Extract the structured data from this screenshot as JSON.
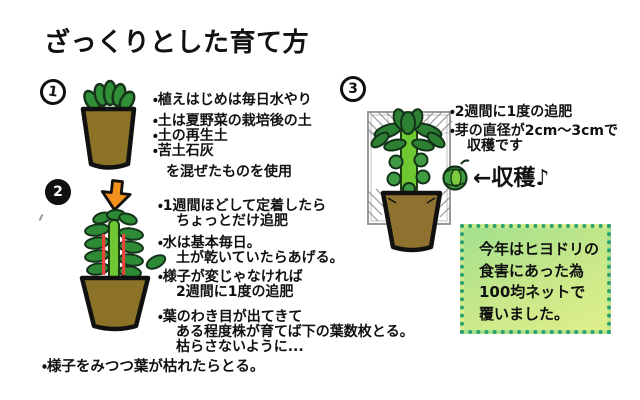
{
  "title": "ざっくりとした育て方",
  "step1": {
    "number": "1",
    "lines": [
      "・植えはじめは毎日水やり",
      "・土は夏野菜の栽培後の土",
      "・土の再生土",
      "・苦土石灰"
    ],
    "footer": "を混ぜたものを使用"
  },
  "step2": {
    "number": "2",
    "lines": [
      "・1週間ほどして定着したら",
      "ちょっとだけ追肥",
      "・水は基本毎日。",
      "土が乾いていたらあげる。",
      "・様子が変じゃなければ",
      "2週間に1度の追肥",
      "・葉のわき目が出てきて",
      "ある程度株が育てば下の葉数枚とる。",
      "枯らさないように..."
    ]
  },
  "step3": {
    "number": "3",
    "lines": [
      "・2週間に1度の追肥",
      "・芽の直径が2cm〜3cmで",
      "収穫です"
    ],
    "harvest_label": "←収穫♪"
  },
  "bottom_note": "・様子をみつつ葉が枯れたらとる。",
  "info_box": {
    "lines": [
      "今年はヒヨドリの",
      "食害にあった為",
      "100均ネットで",
      "覆いました。"
    ]
  },
  "icons": {
    "step1_illustration": "seedling-pot-icon",
    "step2_illustration": "young-plant-pot-icon",
    "step3_illustration": "netted-plant-pot-icon",
    "harvest_illustration": "sprout-icon",
    "transition": "down-arrow-icon"
  },
  "colors": {
    "pot_brown": "#8c7226",
    "leaf_green": "#2e8b35",
    "crown_green": "#2d8032",
    "stem_light_green": "#6fc832",
    "bud_green": "#3f9c42",
    "stem_red": "#e8453c",
    "arrow_orange": "#f5921e",
    "net_gray": "#8f8f8f",
    "box_gradient_start": "#a6e18c",
    "box_gradient_end": "#dcee8b",
    "box_dot_green": "#2aa173",
    "text_black": "#111111"
  }
}
